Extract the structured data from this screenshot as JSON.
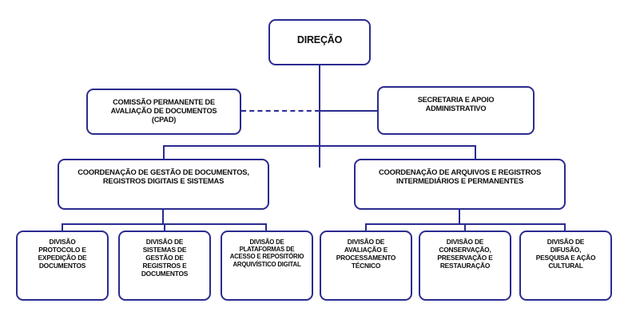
{
  "chart_data": {
    "type": "diagram",
    "diagram_kind": "organizational-chart",
    "language": "pt-BR",
    "colors": {
      "border": "#2b2b8f",
      "connector": "#2b2b8f",
      "box_fill": "#ffffff",
      "text": "#0d0d0d",
      "background": "#ffffff"
    },
    "levels": [
      {
        "level": 1,
        "nodes": [
          "direcao"
        ]
      },
      {
        "level": 2,
        "nodes": [
          "cpad",
          "secretaria"
        ]
      },
      {
        "level": 3,
        "nodes": [
          "coord_gestao",
          "coord_arquivos"
        ]
      },
      {
        "level": 4,
        "nodes": [
          "div_protocolo",
          "div_sistemas",
          "div_plataformas",
          "div_avaliacao",
          "div_conservacao",
          "div_difusao"
        ]
      }
    ],
    "edges": [
      {
        "from": "direcao",
        "to": "secretaria",
        "style": "solid"
      },
      {
        "from": "direcao",
        "to": "cpad",
        "style": "dashed"
      },
      {
        "from": "direcao",
        "to": "coord_gestao",
        "style": "solid"
      },
      {
        "from": "direcao",
        "to": "coord_arquivos",
        "style": "solid"
      },
      {
        "from": "coord_gestao",
        "to": "div_protocolo",
        "style": "solid"
      },
      {
        "from": "coord_gestao",
        "to": "div_sistemas",
        "style": "solid"
      },
      {
        "from": "coord_gestao",
        "to": "div_plataformas",
        "style": "solid"
      },
      {
        "from": "coord_arquivos",
        "to": "div_avaliacao",
        "style": "solid"
      },
      {
        "from": "coord_arquivos",
        "to": "div_conservacao",
        "style": "solid"
      },
      {
        "from": "coord_arquivos",
        "to": "div_difusao",
        "style": "solid"
      }
    ]
  },
  "nodes": {
    "direcao": "DIREÇÃO",
    "cpad": "COMISSÃO PERMANENTE DE\nAVALIAÇÃO DE DOCUMENTOS\n(CPAD)",
    "secretaria": "SECRETARIA E APOIO\nADMINISTRATIVO",
    "coord_gestao": "COORDENAÇÃO DE GESTÃO DE DOCUMENTOS,\nREGISTROS DIGITAIS E SISTEMAS",
    "coord_arquivos": "COORDENAÇÃO DE ARQUIVOS E REGISTROS\nINTERMEDIÁRIOS E PERMANENTES",
    "div_protocolo": "DIVISÃO\nPROTOCOLO E\nEXPEDIÇÃO DE\nDOCUMENTOS",
    "div_sistemas": "DIVISÃO DE\nSISTEMAS DE\nGESTÃO DE\nREGISTROS E\nDOCUMENTOS",
    "div_plataformas": "DIVISÃO DE\nPLATAFORMAS DE\nACESSO E REPOSITÓRIO\nARQUIVÍSTICO DIGITAL",
    "div_avaliacao": "DIVISÃO DE\nAVALIAÇÃO E\nPROCESSAMENTO\nTÉCNICO",
    "div_conservacao": "DIVISÃO DE\nCONSERVAÇÃO,\nPRESERVAÇÃO E\nRESTAURAÇÃO",
    "div_difusao": "DIVISÃO DE\nDIFUSÃO,\nPESQUISA E AÇÃO\nCULTURAL"
  }
}
